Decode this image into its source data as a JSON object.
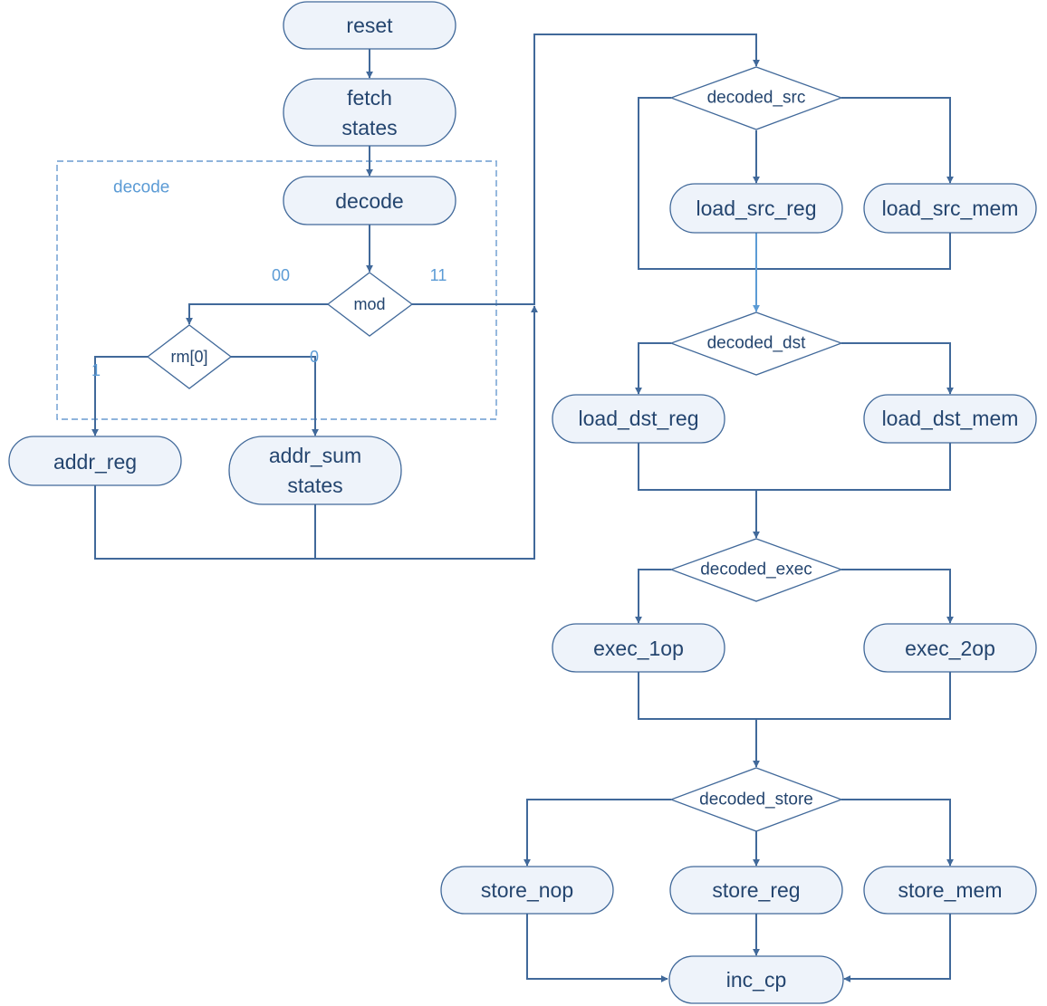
{
  "region": {
    "label": "decode"
  },
  "nodes": {
    "reset": "reset",
    "fetch_1": "fetch",
    "fetch_2": "states",
    "decode": "decode",
    "mod": "mod",
    "rm0": "rm[0]",
    "addr_reg": "addr_reg",
    "addr_sum_1": "addr_sum",
    "addr_sum_2": "states",
    "decoded_src": "decoded_src",
    "load_src_reg": "load_src_reg",
    "load_src_mem": "load_src_mem",
    "decoded_dst": "decoded_dst",
    "load_dst_reg": "load_dst_reg",
    "load_dst_mem": "load_dst_mem",
    "decoded_exec": "decoded_exec",
    "exec_1op": "exec_1op",
    "exec_2op": "exec_2op",
    "decoded_store": "decoded_store",
    "store_nop": "store_nop",
    "store_reg": "store_reg",
    "store_mem": "store_mem",
    "inc_cp": "inc_cp"
  },
  "edge_labels": {
    "mod_00": "00",
    "mod_11": "11",
    "rm_1": "1",
    "rm_0": "0"
  },
  "colors": {
    "stroke": "#41699a",
    "node_fill": "#eef3fa",
    "text": "#24456f",
    "accent": "#5b9bd5"
  }
}
